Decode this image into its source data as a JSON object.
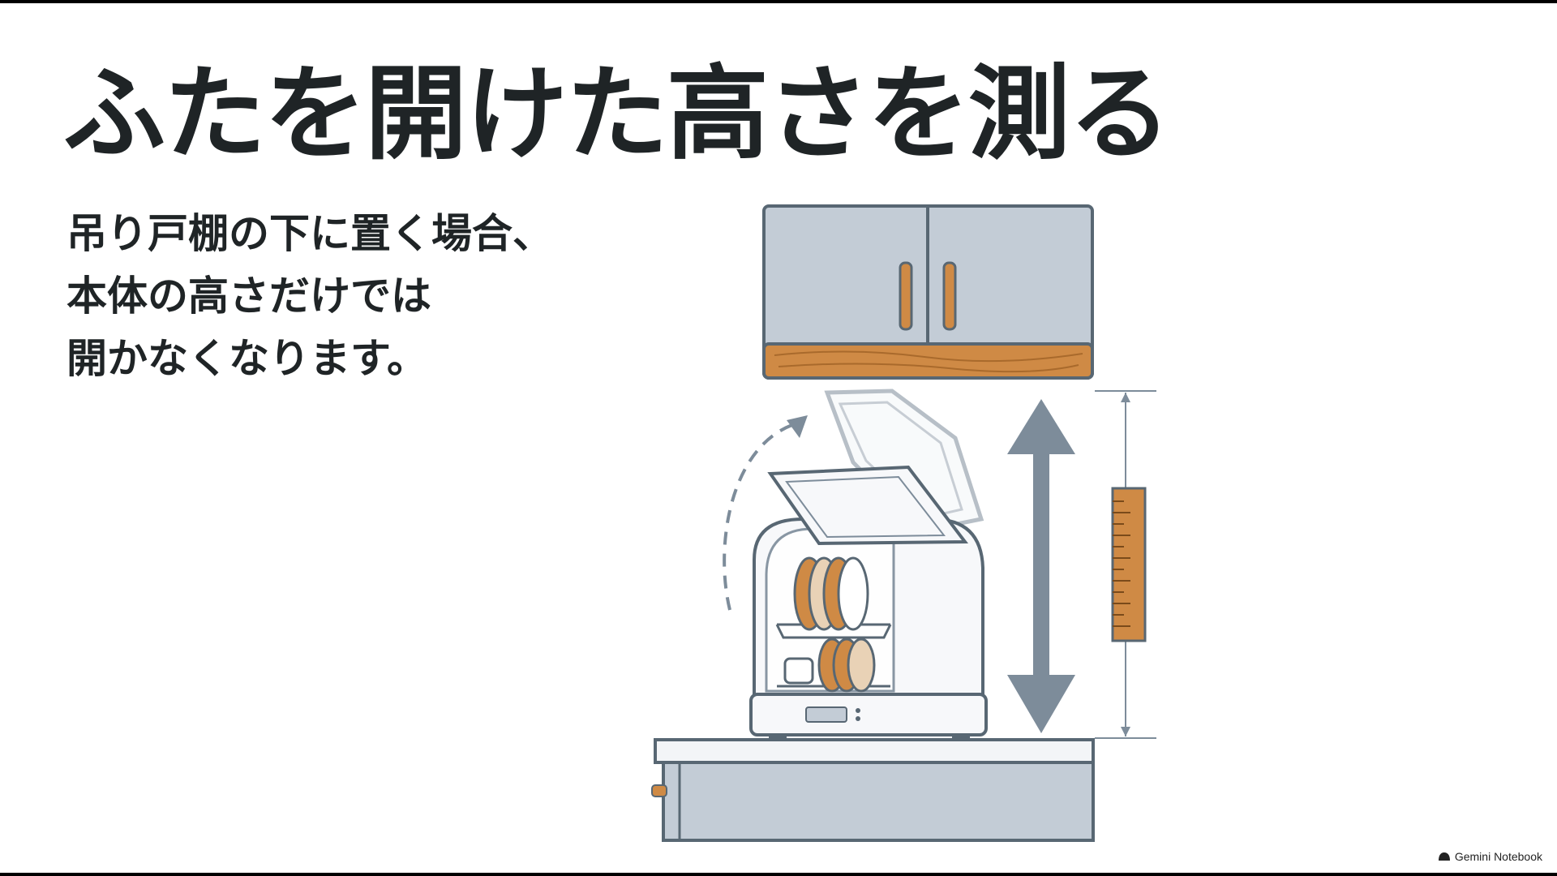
{
  "slide": {
    "title": "ふたを開けた高さを測る",
    "body_lines": [
      "吊り戸棚の下に置く場合、",
      "本体の高さだけでは",
      "開かなくなります。"
    ],
    "footer_brand": "Gemini Notebook"
  },
  "illustration": {
    "elements": [
      "wall-cabinet",
      "dishwasher-with-open-lid",
      "countertop",
      "height-arrow",
      "ruler"
    ]
  },
  "colors": {
    "text": "#1f2426",
    "cabinet": "#c3ccd6",
    "wood": "#cf8a45",
    "outline": "#586773",
    "arrow": "#7d8c9a"
  }
}
